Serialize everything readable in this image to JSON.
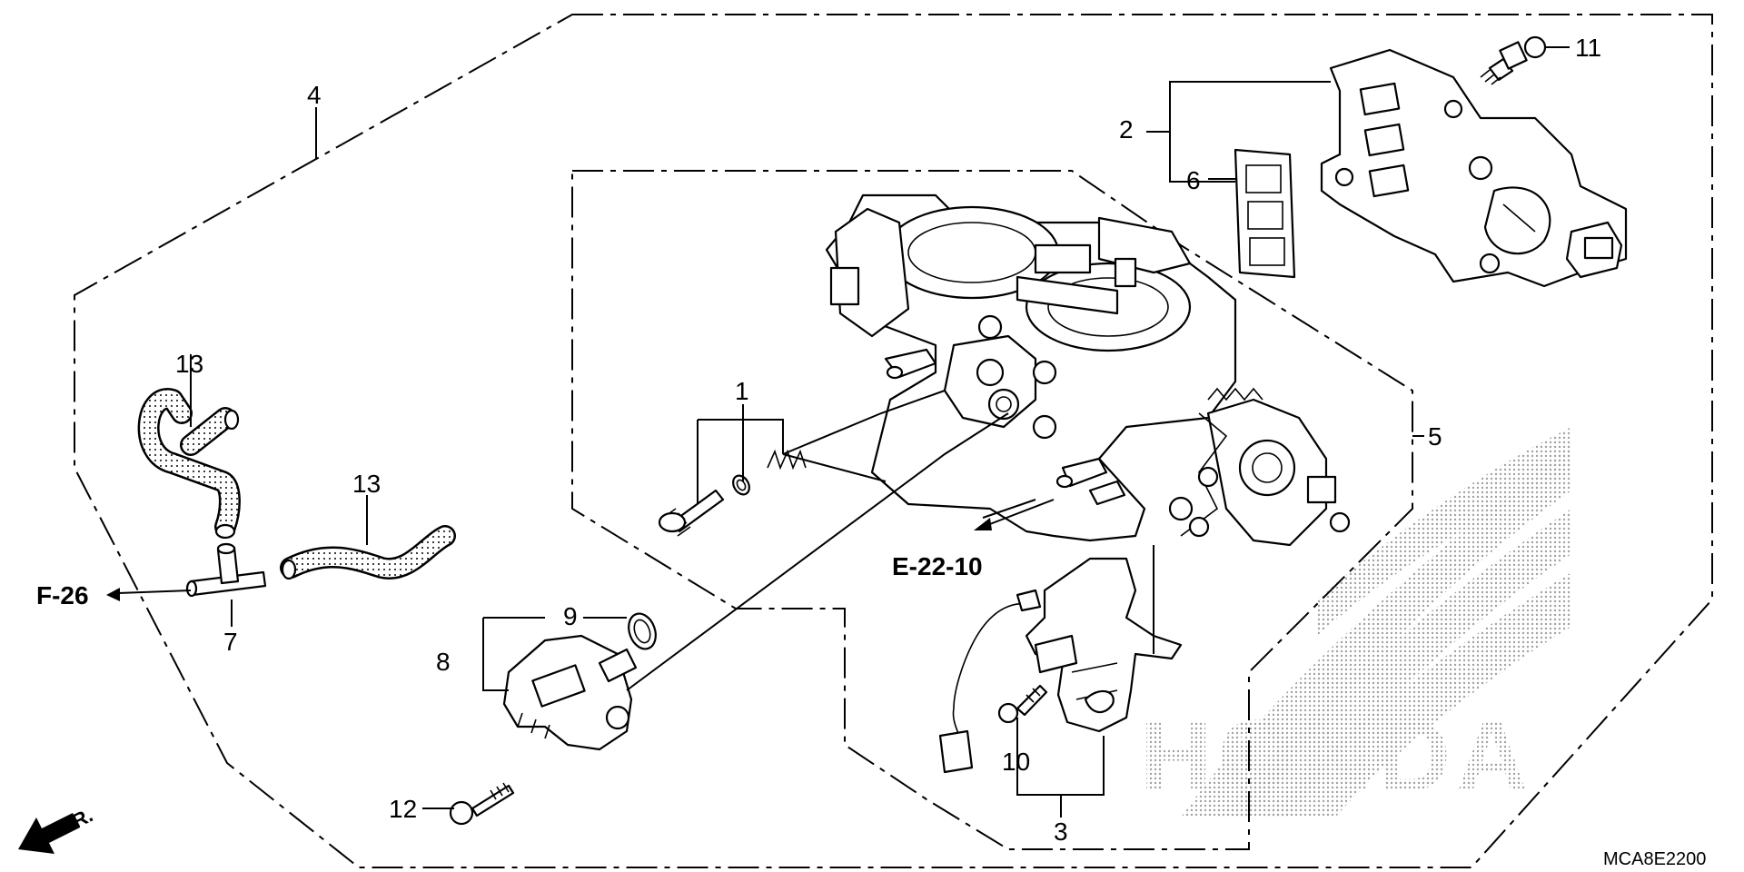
{
  "diagram": {
    "callouts": {
      "c1": "1",
      "c2": "2",
      "c3": "3",
      "c4": "4",
      "c5": "5",
      "c6": "6",
      "c7": "7",
      "c8": "8",
      "c9": "9",
      "c10": "10",
      "c11": "11",
      "c12": "12",
      "c13a": "13",
      "c13b": "13"
    },
    "references": {
      "e22": "E-22-10",
      "f26": "F-26"
    },
    "direction_label": "FR.",
    "watermark": "HONDA",
    "diagram_code": "MCA8E2200"
  }
}
